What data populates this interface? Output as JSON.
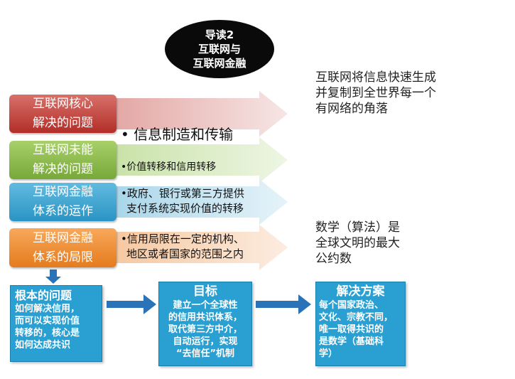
{
  "oval": {
    "line1": "导读2",
    "line2": "互联网与",
    "line3": "互联网金融"
  },
  "note_top": {
    "l1": "互联网将信息快速生成",
    "l2": "并复制到全世界每一个",
    "l3": "有网络的角落"
  },
  "note_mid": {
    "l1": "数学（算法）是",
    "l2": "全球文明的最大",
    "l3": "公约数"
  },
  "rows": [
    {
      "label1": "互联网核心",
      "label2": "解决的问题",
      "desc1": "• 信息制造和传输",
      "desc2": ""
    },
    {
      "label1": "互联网未能",
      "label2": "解决的问题",
      "desc1": "•价值转移和信用转移",
      "desc2": ""
    },
    {
      "label1": "互联网金融",
      "label2": "体系的运作",
      "desc1": "•政府、银行或第三方提供",
      "desc2": "支付系统实现价值的转移"
    },
    {
      "label1": "互联网金融",
      "label2": "体系的局限",
      "desc1": "•信用局限在一定的机构、",
      "desc2": "地区或者国家的范围之内"
    }
  ],
  "boxes": {
    "root": {
      "title": "根本的问题",
      "l1": "如何解决信用，",
      "l2": "而可以实现价值",
      "l3": "转移的，核心是",
      "l4": "如何达成共识"
    },
    "goal": {
      "title": "目标",
      "l1": "建立一个全球性",
      "l2": "的信用共识体系，",
      "l3": "取代第三方中介，",
      "l4": "自动运行，实现",
      "l5": "“去信任”机制"
    },
    "solution": {
      "title": "解决方案",
      "l1": "每个国家政治、",
      "l2": "文化、宗教不同，",
      "l3": "唯一取得共识的",
      "l4": "是数学（基础科",
      "l5": "学）"
    }
  },
  "colors": {
    "red": "#c0392b",
    "green": "#8bbf4a",
    "blue": "#3aa6d6",
    "orange": "#f08c2e",
    "box": "#2a9fd1"
  }
}
